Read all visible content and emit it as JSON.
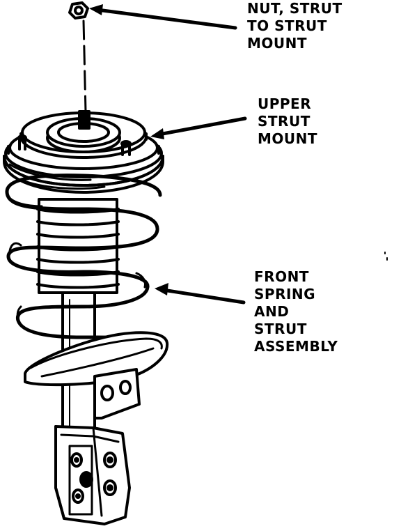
{
  "labels": {
    "nut": [
      "NUT, STRUT",
      "TO STRUT",
      "MOUNT"
    ],
    "upper_mount": [
      "UPPER",
      "STRUT",
      "MOUNT"
    ],
    "spring_assembly": [
      "FRONT",
      "SPRING",
      "AND",
      "STRUT",
      "ASSEMBLY"
    ]
  }
}
